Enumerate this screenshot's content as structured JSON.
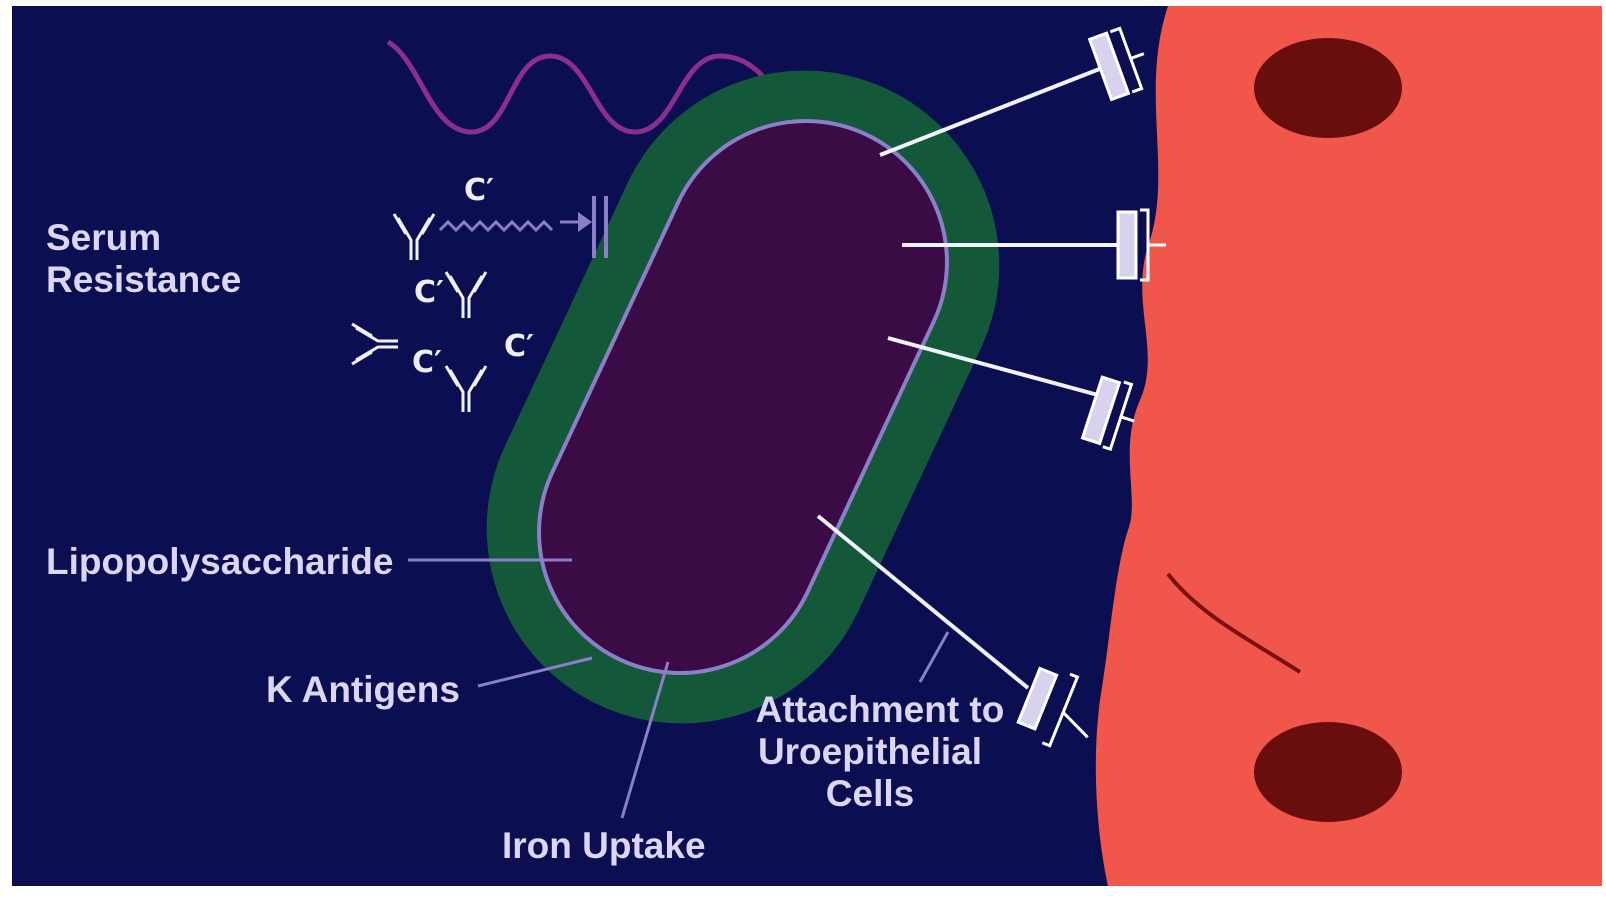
{
  "labels": {
    "serum_resistance": [
      "Serum",
      "Resistance"
    ],
    "lipopolysaccharide": "Lipopolysaccharide",
    "k_antigens": "K Antigens",
    "iron_uptake": "Iron Uptake",
    "attachment": [
      "Attachment to",
      "Uroepithelial",
      "Cells"
    ]
  },
  "complement_symbol": "C′",
  "colors": {
    "background": "#0b0f52",
    "capsule": "#14583a",
    "bacterium_body": "#3a0b44",
    "membrane_outline": "#8a7fc8",
    "host_cell": "#f0574a",
    "nucleus": "#6a0d0d",
    "label_text": "#dcd6f2",
    "wave": "#8b2f8f"
  }
}
